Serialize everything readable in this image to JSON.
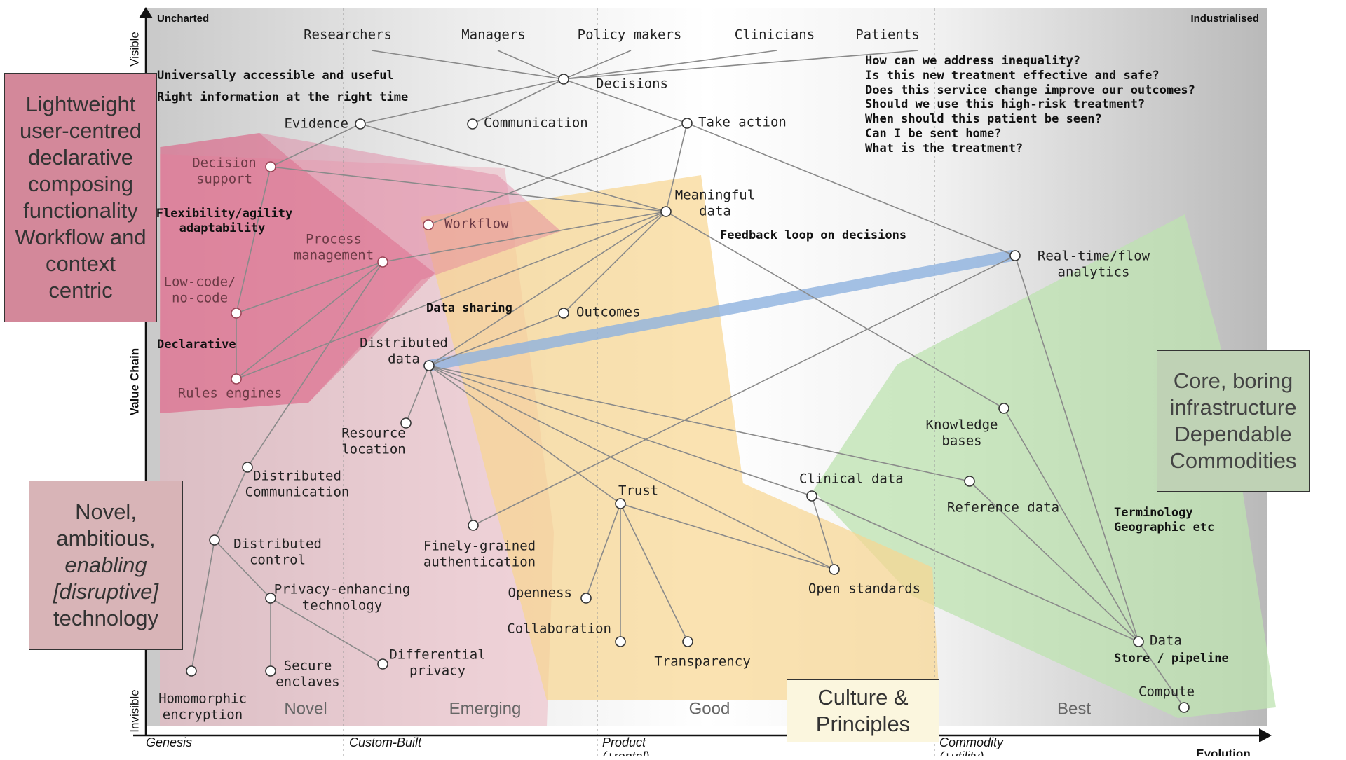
{
  "axes": {
    "y_title": "Value Chain",
    "y_top": "Visible",
    "y_bottom": "Invisible",
    "x_title": "Evolution",
    "corner_left": "Uncharted",
    "corner_right": "Industrialised",
    "stages": [
      "Genesis",
      "Custom-Built",
      "Product",
      "(+rental)",
      "Commodity",
      "(+utility)"
    ],
    "columns": [
      "Novel",
      "Emerging",
      "Good",
      "Best"
    ]
  },
  "users": [
    "Researchers",
    "Managers",
    "Policy makers",
    "Clinicians",
    "Patients"
  ],
  "questions": [
    "How can we address inequality?",
    "Is this new treatment effective and safe?",
    "Does this service change improve our outcomes?",
    "Should we use this high-risk treatment?",
    "When should this patient be seen?",
    "Can I be sent home?",
    "What is the treatment?"
  ],
  "nodes": {
    "decisions": "Decisions",
    "evidence": "Evidence",
    "communication": "Communication",
    "take_action": "Take action",
    "decision_support": [
      "Decision",
      "support"
    ],
    "meaningful_data": [
      "Meaningful",
      "data"
    ],
    "workflow": "Workflow",
    "process_management": [
      "Process",
      "management"
    ],
    "low_code": [
      "Low-code/",
      "no-code"
    ],
    "rules_engines": "Rules engines",
    "outcomes": "Outcomes",
    "distributed_data": [
      "Distributed",
      "data"
    ],
    "realtime": [
      "Real-time/flow",
      "analytics"
    ],
    "resource_location": [
      "Resource",
      "location"
    ],
    "distributed_communication": [
      "Distributed",
      "Communication"
    ],
    "distributed_control": [
      "Distributed",
      "control"
    ],
    "privacy_enhancing": [
      "Privacy-enhancing",
      "technology"
    ],
    "homomorphic": [
      "Homomorphic",
      "encryption"
    ],
    "secure_enclaves": [
      "Secure",
      "enclaves"
    ],
    "differential_privacy": [
      "Differential",
      "privacy"
    ],
    "finely_grained": [
      "Finely-grained",
      "authentication"
    ],
    "trust": "Trust",
    "openness": "Openness",
    "collaboration": "Collaboration",
    "transparency": "Transparency",
    "clinical_data": "Clinical data",
    "open_standards": "Open standards",
    "knowledge_bases": [
      "Knowledge",
      "bases"
    ],
    "reference_data": "Reference data",
    "data": "Data",
    "compute": "Compute"
  },
  "annotations": {
    "universally": "Universally accessible and useful",
    "right_info": "Right information at the right time",
    "flexibility": [
      "Flexibility/agility",
      "adaptability"
    ],
    "declarative": "Declarative",
    "data_sharing": "Data sharing",
    "feedback": "Feedback loop on decisions",
    "terminology": [
      "Terminology",
      "Geographic etc"
    ],
    "store_pipeline": "Store / pipeline"
  },
  "boxes": {
    "lightweight": [
      "Lightweight",
      "user-centred",
      "declarative",
      "composing",
      "functionality",
      "Workflow and",
      "context",
      "centric"
    ],
    "novel": [
      "Novel,",
      "ambitious,",
      "enabling",
      "[disruptive]",
      "technology"
    ],
    "core": [
      "Core, boring",
      "infrastructure",
      "Dependable",
      "Commodities"
    ],
    "culture": [
      "Culture &",
      "Principles"
    ]
  },
  "colors": {
    "pink_region": "#d9537a",
    "light_pink_region": "#ecb2bd",
    "orange_region": "#f8d690",
    "green_region": "#bde3b0",
    "blue_link": "#8fb3e0",
    "lightweight_box": "#d3889a",
    "novel_box": "#d8b4b7",
    "core_box": "#bfd2b5",
    "culture_box": "#fbf6de"
  }
}
